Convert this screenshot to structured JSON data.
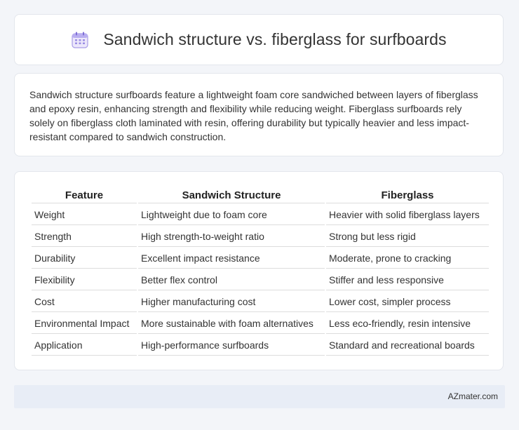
{
  "header": {
    "title": "Sandwich structure vs. fiberglass for surfboards",
    "icon": "calendar-icon"
  },
  "description": {
    "text": "Sandwich structure surfboards feature a lightweight foam core sandwiched between layers of fiberglass and epoxy resin, enhancing strength and flexibility while reducing weight. Fiberglass surfboards rely solely on fiberglass cloth laminated with resin, offering durability but typically heavier and less impact-resistant compared to sandwich construction."
  },
  "table": {
    "headers": [
      "Feature",
      "Sandwich Structure",
      "Fiberglass"
    ],
    "rows": [
      [
        "Weight",
        "Lightweight due to foam core",
        "Heavier with solid fiberglass layers"
      ],
      [
        "Strength",
        "High strength-to-weight ratio",
        "Strong but less rigid"
      ],
      [
        "Durability",
        "Excellent impact resistance",
        "Moderate, prone to cracking"
      ],
      [
        "Flexibility",
        "Better flex control",
        "Stiffer and less responsive"
      ],
      [
        "Cost",
        "Higher manufacturing cost",
        "Lower cost, simpler process"
      ],
      [
        "Environmental Impact",
        "More sustainable with foam alternatives",
        "Less eco-friendly, resin intensive"
      ],
      [
        "Application",
        "High-performance surfboards",
        "Standard and recreational boards"
      ]
    ]
  },
  "footer": {
    "brand": "AZmater.com"
  }
}
